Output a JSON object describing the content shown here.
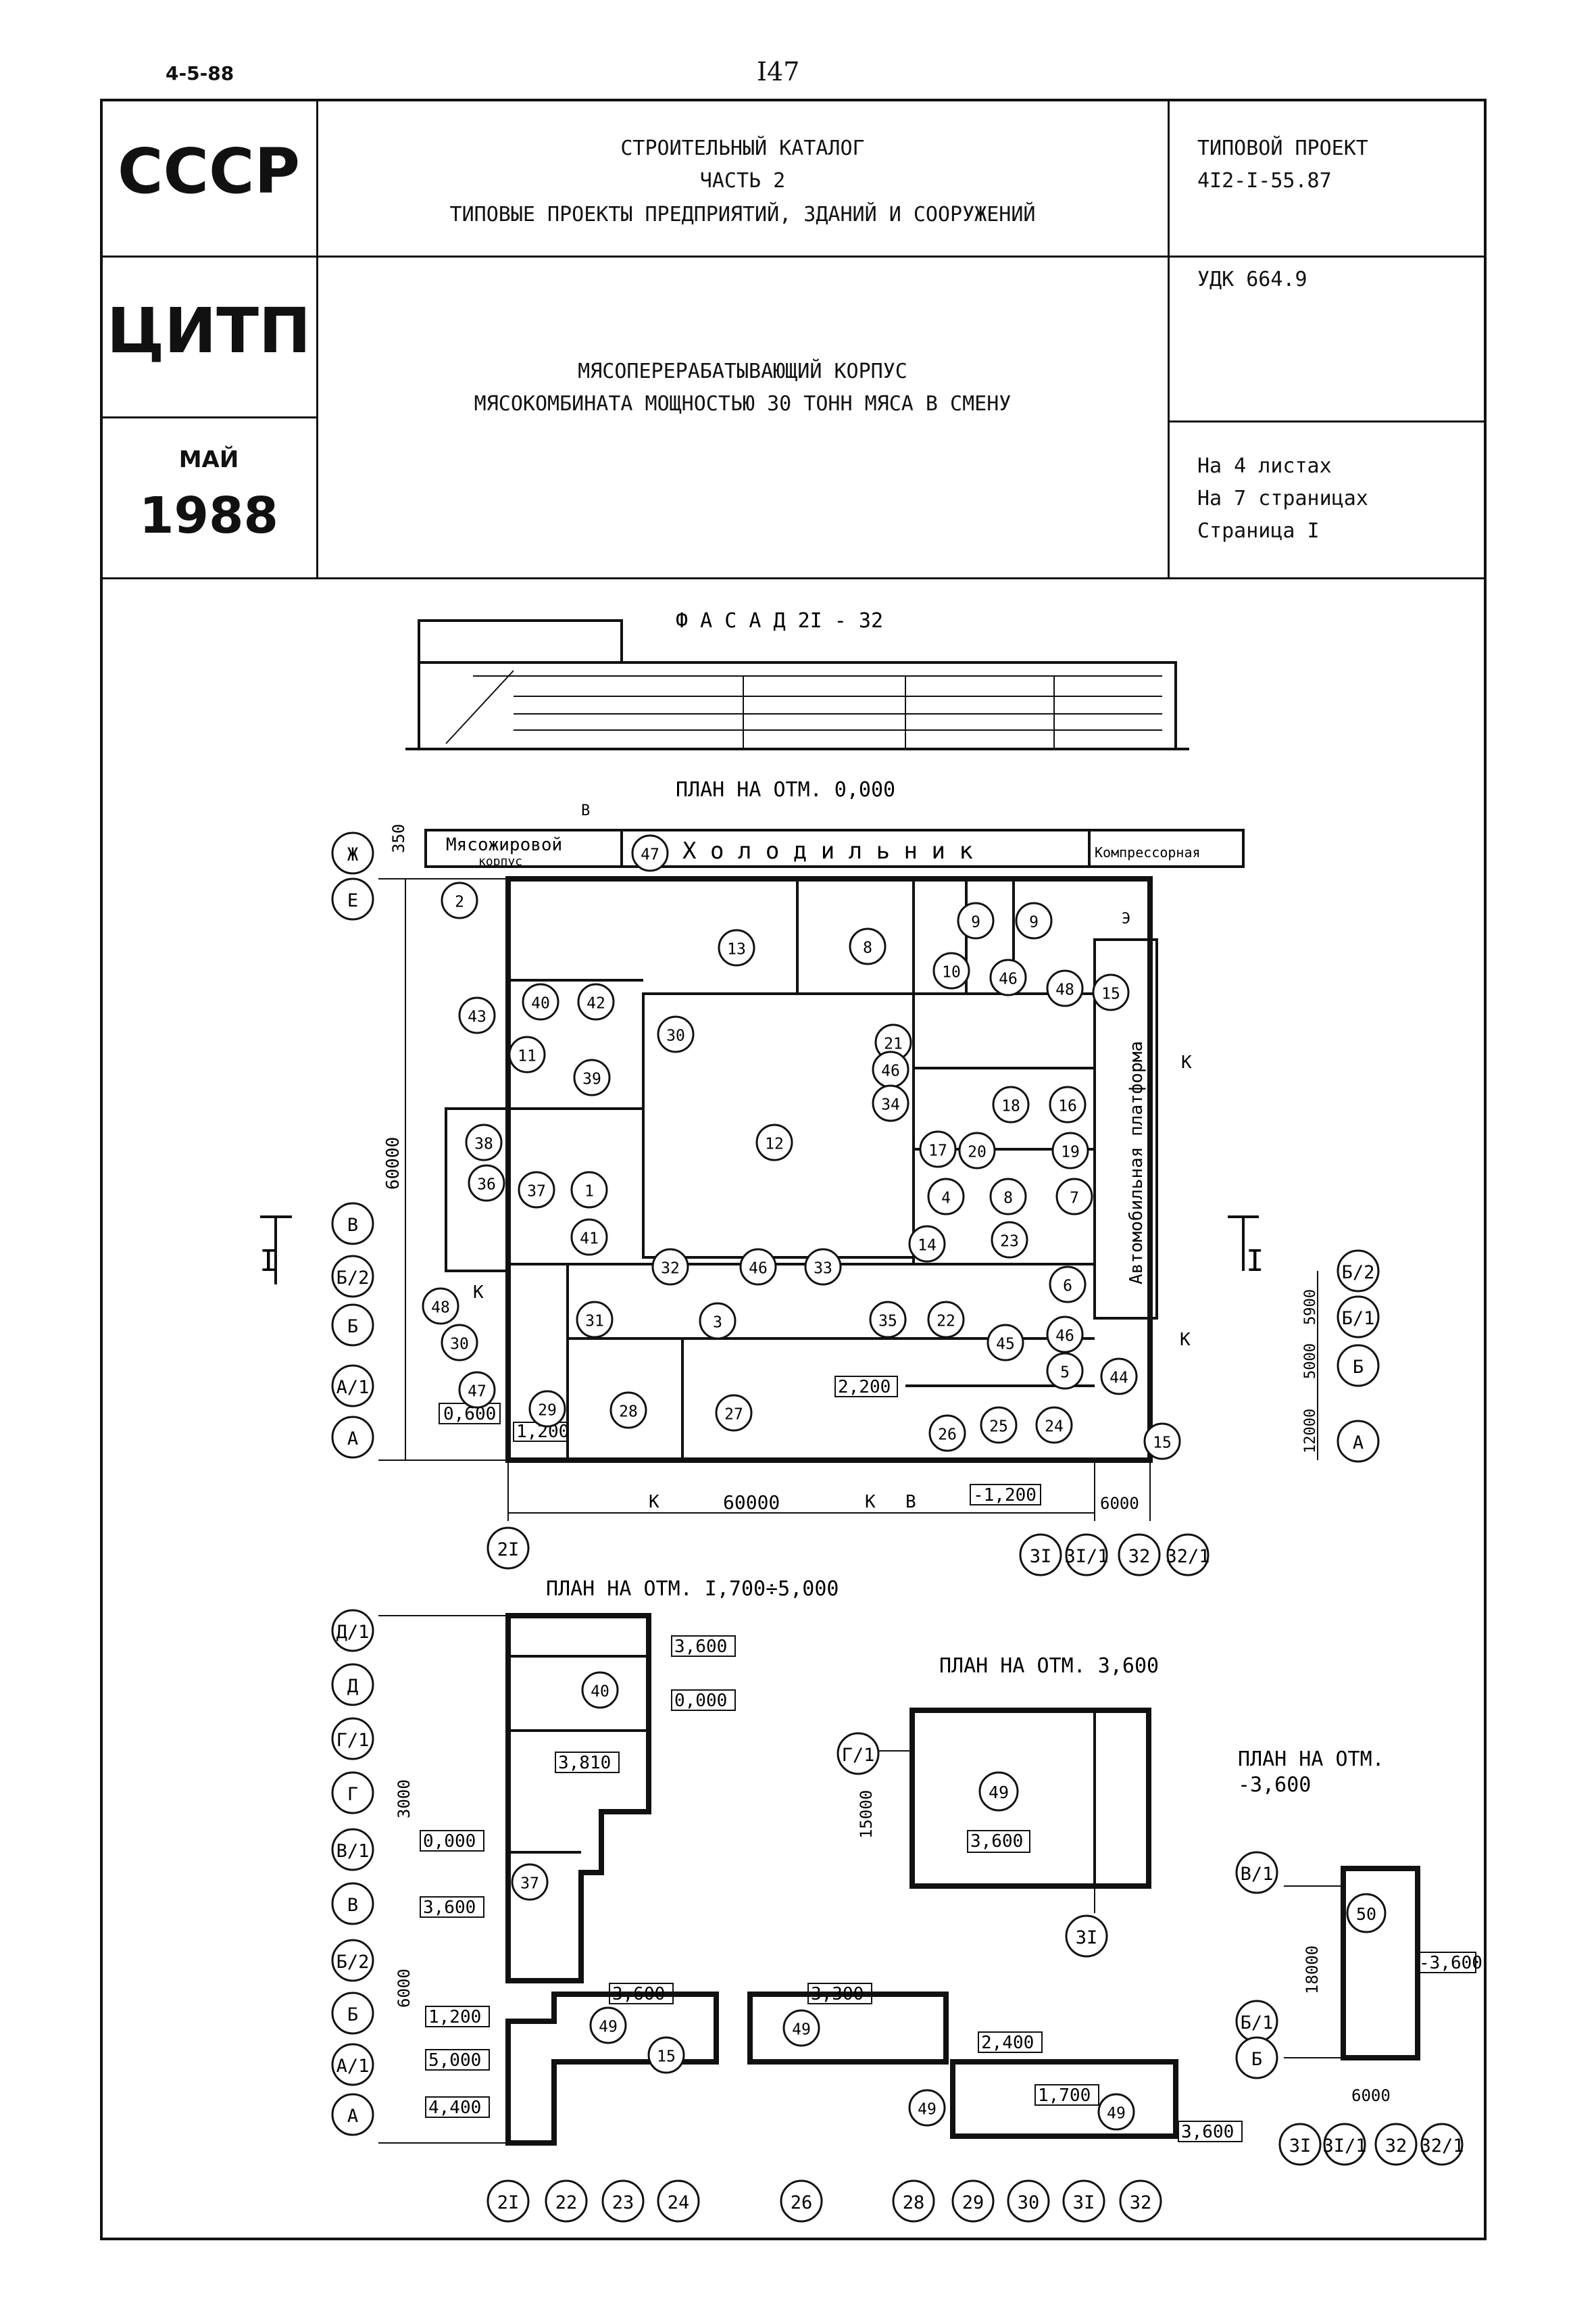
{
  "header": {
    "top_code": "4-5-88",
    "page_number": "I47"
  },
  "stamp": {
    "left": {
      "org1": "СССР",
      "org2": "ЦИТП",
      "month": "МАЙ",
      "year": "1988"
    },
    "center": {
      "line1": "СТРОИТЕЛЬНЫЙ КАТАЛОГ",
      "line2": "ЧАСТЬ 2",
      "line3": "ТИПОВЫЕ ПРОЕКТЫ ПРЕДПРИЯТИЙ, ЗДАНИЙ И СООРУЖЕНИЙ",
      "title1": "МЯСОПЕРЕРАБАТЫВАЮЩИЙ КОРПУС",
      "title2": "МЯСОКОМБИНАТА МОЩНОСТЬЮ 30 ТОНН МЯСА В СМЕНУ"
    },
    "right": {
      "project_label": "ТИПОВОЙ ПРОЕКТ",
      "project_code": "4I2-I-55.87",
      "udk": "УДК 664.9",
      "sheets": "На 4 листах",
      "pages": "На 7 страницах",
      "page": "Страница I"
    }
  },
  "drawing": {
    "facade_title": "Ф А С А Д   2I - 32",
    "plan_main_title": "ПЛАН НА ОТМ. 0,000",
    "plan_2_title": "ПЛАН НА ОТМ.  I,700÷5,000",
    "plan_3_title": "ПЛАН НА ОТМ. 3,600",
    "plan_4_title_1": "ПЛАН НА ОТМ.",
    "plan_4_title_2": "-3,600",
    "adjacent": {
      "meat_fat_1": "Мясожировой",
      "meat_fat_2": "корпус",
      "fridge": "Х о л о д и л ь н и к",
      "compressor": "Компрессорная",
      "platform": "Автомобильная платформа"
    },
    "dims": {
      "d350": "350",
      "d60000_v": "60000",
      "d60000_h": "60000",
      "d6000_h": "6000",
      "d5900": "5900",
      "d5000": "5000",
      "d12000": "12000",
      "d3000": "3000",
      "d6000_v": "6000",
      "d15000": "15000",
      "d18000": "18000",
      "d6000_b": "6000"
    },
    "levels_main": [
      "0,600",
      "1,200",
      "2,200",
      "-1,200"
    ],
    "levels_p2": [
      "3,600",
      "0,000",
      "3,810",
      "0,000",
      "3,600",
      "1,200",
      "5,000",
      "4,400",
      "3,600",
      "3,300",
      "2,400",
      "1,700",
      "3,600"
    ],
    "levels_p3": [
      "3,600"
    ],
    "levels_p4": [
      "-3,600"
    ],
    "axes_main_left": [
      "Ж",
      "Е",
      "В",
      "Б/2",
      "Б",
      "А/1",
      "А"
    ],
    "axes_main_right": [
      "Б/2",
      "Б/1",
      "Б",
      "А"
    ],
    "axes_main_bottom": [
      "2I",
      "3I",
      "3I/1",
      "32",
      "32/1"
    ],
    "axes_p2_left": [
      "Д/1",
      "Д",
      "Г/1",
      "Г",
      "В/1",
      "В",
      "Б/2",
      "Б",
      "А/1",
      "А"
    ],
    "axes_p2_bottom": [
      "2I",
      "22",
      "23",
      "24",
      "26",
      "28",
      "29",
      "30",
      "3I",
      "32"
    ],
    "axes_p3": [
      "Г/1",
      "3I"
    ],
    "axes_p4": [
      "В/1",
      "Б/1",
      "Б",
      "3I",
      "3I/1",
      "32",
      "32/1"
    ],
    "marks": {
      "section": "I",
      "in": "В",
      "k": "К",
      "e": "Э"
    },
    "rooms_main": [
      "2",
      "47",
      "13",
      "8",
      "9",
      "9",
      "10",
      "46",
      "48",
      "15",
      "43",
      "40",
      "42",
      "30",
      "11",
      "39",
      "21",
      "46",
      "34",
      "18",
      "16",
      "38",
      "36",
      "37",
      "1",
      "41",
      "12",
      "17",
      "20",
      "19",
      "4",
      "8",
      "7",
      "14",
      "23",
      "32",
      "46",
      "33",
      "6",
      "31",
      "3",
      "35",
      "22",
      "45",
      "46",
      "48",
      "30",
      "5",
      "47",
      "29",
      "28",
      "27",
      "44",
      "26",
      "25",
      "24",
      "15"
    ],
    "rooms_p2": [
      "40",
      "37",
      "49",
      "15",
      "49",
      "49",
      "49"
    ],
    "rooms_p3": [
      "49"
    ],
    "rooms_p4": [
      "50"
    ]
  }
}
